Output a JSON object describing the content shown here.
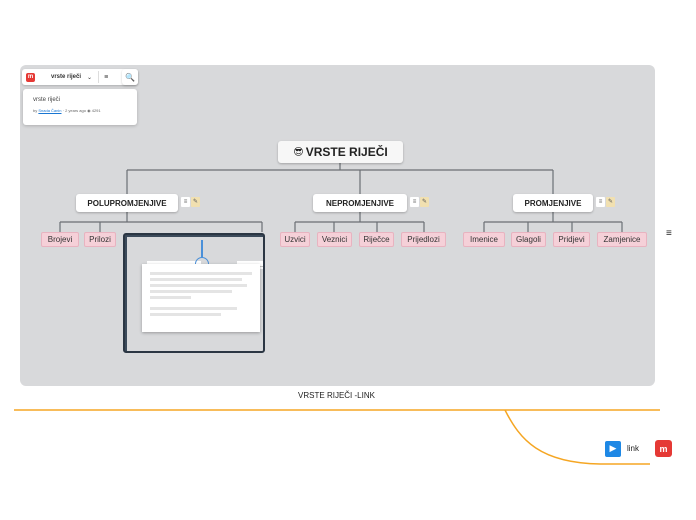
{
  "viewer": {
    "title": "vrste riječi",
    "info_title": "vrste riječi",
    "info_by": "by",
    "info_author": "Snada Čanin",
    "info_age": "· 2 years ago",
    "info_views": "4291"
  },
  "map": {
    "root": "VRSTE RIJEČI",
    "root_emoji": "😎",
    "branches": [
      {
        "label": "POLUPROMJENJIVE",
        "children": [
          "Brojevi",
          "Prilozi"
        ]
      },
      {
        "label": "NEPROMJENJIVE",
        "children": [
          "Uzvici",
          "Veznici",
          "Riječce",
          "Prijedlozi"
        ]
      },
      {
        "label": "PROMJENJIVE",
        "children": [
          "Imenice",
          "Glagoli",
          "Pridjevi",
          "Zamjenice"
        ]
      }
    ],
    "overlay_nodes": [
      "POLUPROMJENJIVE",
      "NEPROMJ..."
    ]
  },
  "caption": "VRSTE RIJEČI -LINK",
  "footer": {
    "link_label": "link"
  },
  "colors": {
    "accent_orange": "#f5a623",
    "leaf_pink": "#f5d0d8",
    "brand_red": "#e53935",
    "play_blue": "#1e88e5"
  },
  "icons": {
    "notes": "notes-icon",
    "link": "link-icon",
    "menu": "hamburger-menu-icon"
  }
}
